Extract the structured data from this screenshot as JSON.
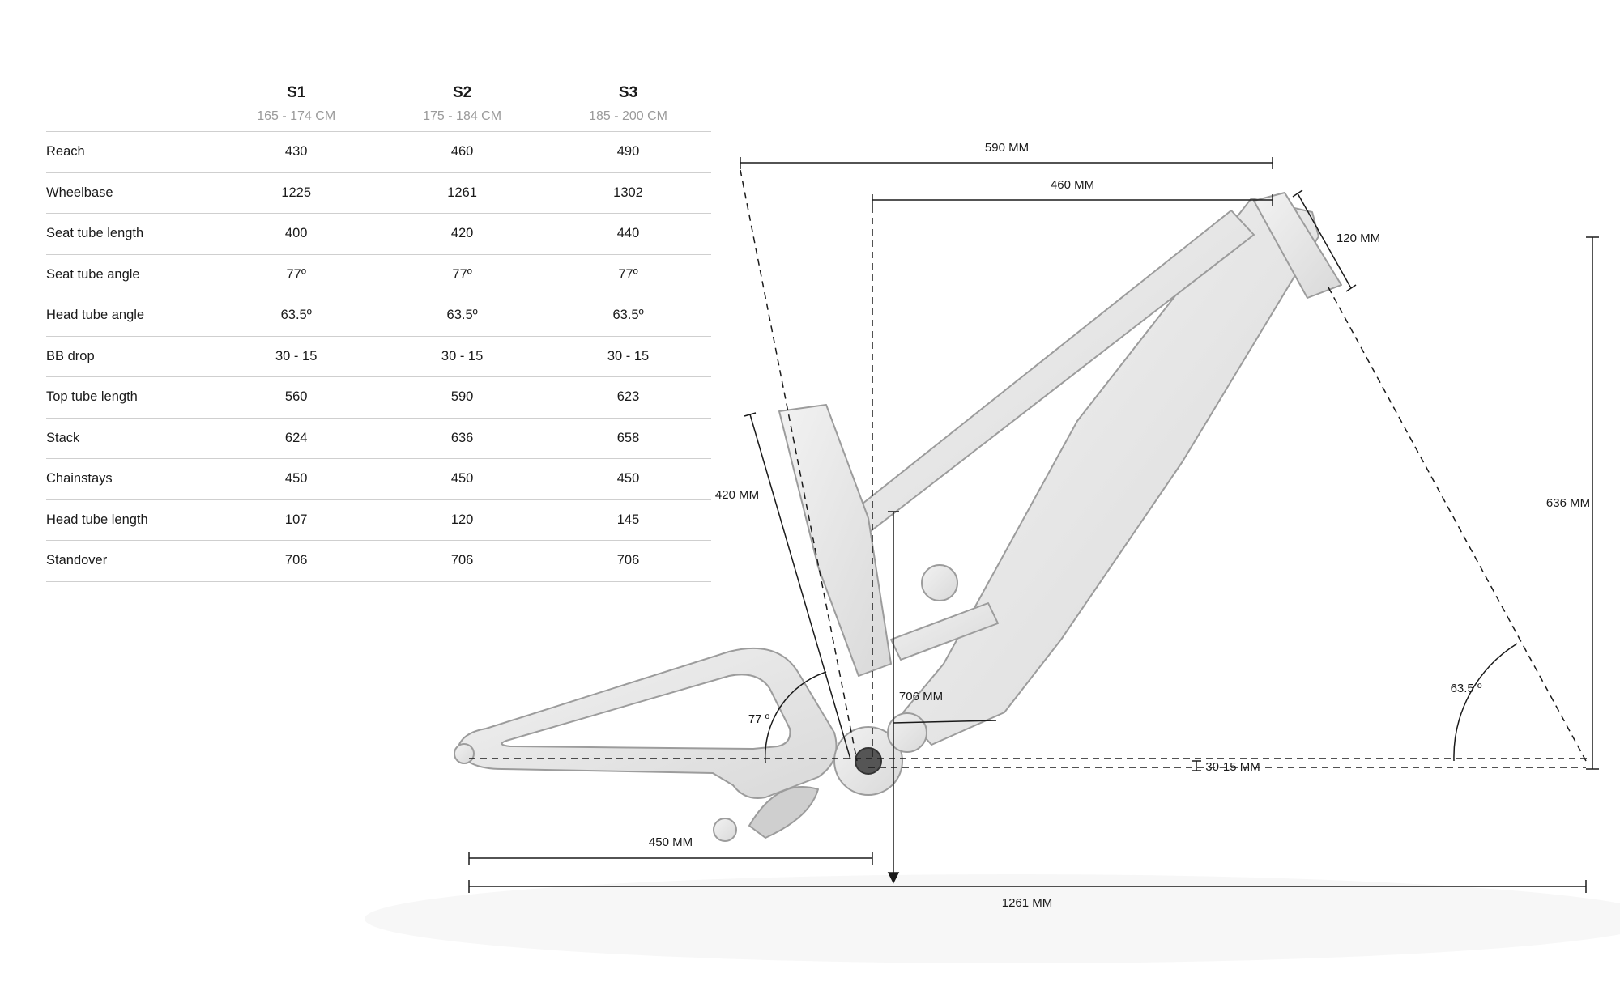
{
  "table": {
    "sizes": [
      {
        "name": "S1",
        "range": "165 - 174 CM"
      },
      {
        "name": "S2",
        "range": "175 - 184 CM"
      },
      {
        "name": "S3",
        "range": "185 - 200 CM"
      }
    ],
    "rows": [
      {
        "label": "Reach",
        "values": [
          "430",
          "460",
          "490"
        ]
      },
      {
        "label": "Wheelbase",
        "values": [
          "1225",
          "1261",
          "1302"
        ]
      },
      {
        "label": "Seat tube length",
        "values": [
          "400",
          "420",
          "440"
        ]
      },
      {
        "label": "Seat tube angle",
        "values": [
          "77º",
          "77º",
          "77º"
        ]
      },
      {
        "label": "Head tube angle",
        "values": [
          "63.5º",
          "63.5º",
          "63.5º"
        ]
      },
      {
        "label": "BB drop",
        "values": [
          "30 - 15",
          "30 - 15",
          "30 - 15"
        ]
      },
      {
        "label": "Top tube length",
        "values": [
          "560",
          "590",
          "623"
        ]
      },
      {
        "label": "Stack",
        "values": [
          "624",
          "636",
          "658"
        ]
      },
      {
        "label": "Chainstays",
        "values": [
          "450",
          "450",
          "450"
        ]
      },
      {
        "label": "Head tube length",
        "values": [
          "107",
          "120",
          "145"
        ]
      },
      {
        "label": "Standover",
        "values": [
          "706",
          "706",
          "706"
        ]
      }
    ]
  },
  "diagram": {
    "top_tube_label": "590 MM",
    "reach_label": "460 MM",
    "head_tube_label": "120 MM",
    "stack_label": "636 MM",
    "seat_tube_label": "420 MM",
    "standover_label": "706 MM",
    "seat_angle_label": "77 º",
    "head_angle_label": "63.5 º",
    "bb_drop_label": "30-15 MM",
    "chainstay_label": "450 MM",
    "wheelbase_label": "1261 MM"
  }
}
